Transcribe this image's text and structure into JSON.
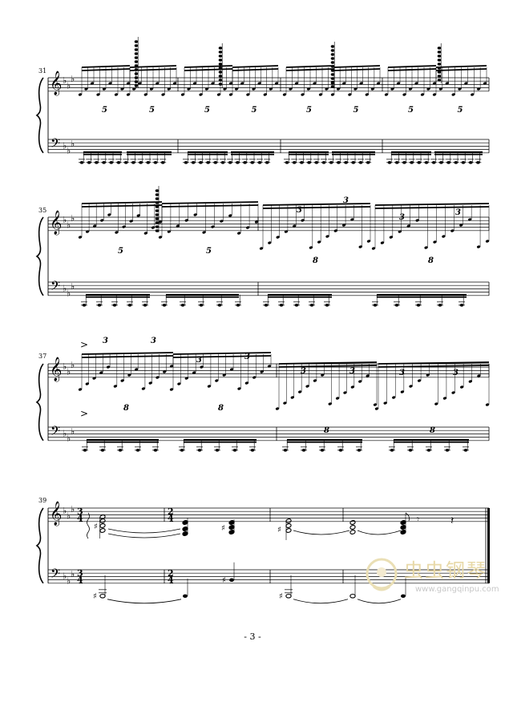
{
  "page": {
    "number_label": "- 3 -"
  },
  "measure_numbers": [
    "31",
    "35",
    "37",
    "39"
  ],
  "time_signatures": {
    "system4_start": "3/4",
    "system4_change": "2/4"
  },
  "watermark": {
    "title": "虫虫钢琴",
    "url": "www.gangqinpu.com"
  }
}
